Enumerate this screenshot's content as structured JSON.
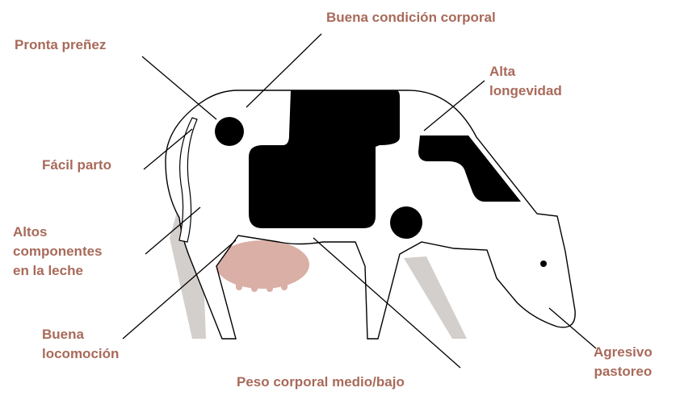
{
  "colors": {
    "label": "#A86A5A",
    "outline": "#000000",
    "spots": "#000000",
    "udder": "#D9AFA6",
    "far_legs": "#D3CFCC",
    "background": "#FFFFFF"
  },
  "labels": {
    "buena_condicion": [
      "Buena condición corporal"
    ],
    "pronta_prenez": [
      "Pronta preñez"
    ],
    "alta_longevidad": [
      "Alta",
      "longevidad"
    ],
    "facil_parto": [
      "Fácil parto"
    ],
    "altos_componentes": [
      "Altos",
      "componentes",
      "en la leche"
    ],
    "buena_locomocion": [
      "Buena",
      "locomoción"
    ],
    "agresivo_pastoreo": [
      "Agresivo",
      "pastoreo"
    ],
    "peso_corporal": [
      "Peso corporal medio/bajo"
    ]
  }
}
